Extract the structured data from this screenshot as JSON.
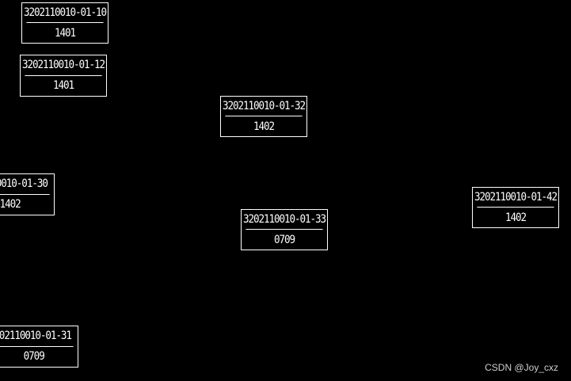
{
  "labels": [
    {
      "code": "3202110010-01-10",
      "value": "1401"
    },
    {
      "code": "3202110010-01-12",
      "value": "1401"
    },
    {
      "code": "3202110010-01-32",
      "value": "1402"
    },
    {
      "code": "0010-01-30",
      "value": "1402"
    },
    {
      "code": "3202110010-01-33",
      "value": "0709"
    },
    {
      "code": "3202110010-01-42",
      "value": "1402"
    },
    {
      "code": "202110010-01-31",
      "value": "0709"
    }
  ],
  "watermark": "CSDN @Joy_cxz",
  "colors": {
    "background": "#000000",
    "foreground": "#ffffff",
    "watermark": "#cfcfcf"
  }
}
